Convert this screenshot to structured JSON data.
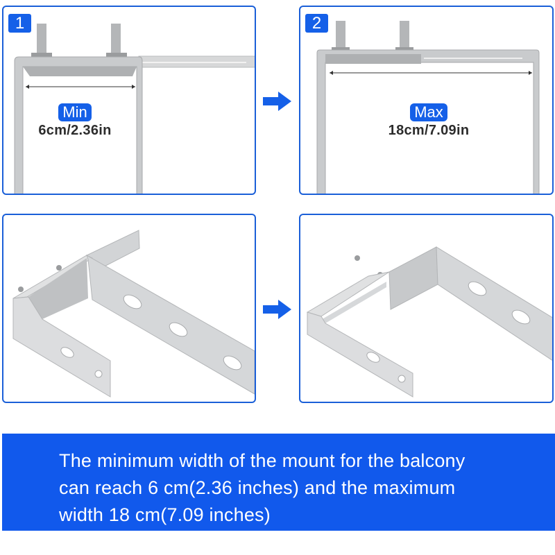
{
  "colors": {
    "accent": "#1560e8",
    "border": "#1a5fd8",
    "banner": "#1159ec",
    "metal": "#c9cbcd",
    "text": "#2c2c2c"
  },
  "panels": [
    {
      "step": "1",
      "tag": "Min",
      "dimension": "6cm/2.36in",
      "view": "front-min"
    },
    {
      "step": "2",
      "tag": "Max",
      "dimension": "18cm/7.09in",
      "view": "front-max"
    },
    {
      "view": "perspective-min"
    },
    {
      "view": "perspective-max"
    }
  ],
  "arrows": [
    {
      "icon": "right-arrow-icon"
    },
    {
      "icon": "right-arrow-icon"
    }
  ],
  "banner": {
    "lines": [
      "The minimum width of the mount for the balcony",
      "can reach 6 cm(2.36 inches) and the maximum",
      "width 18 cm(7.09 inches)"
    ]
  }
}
